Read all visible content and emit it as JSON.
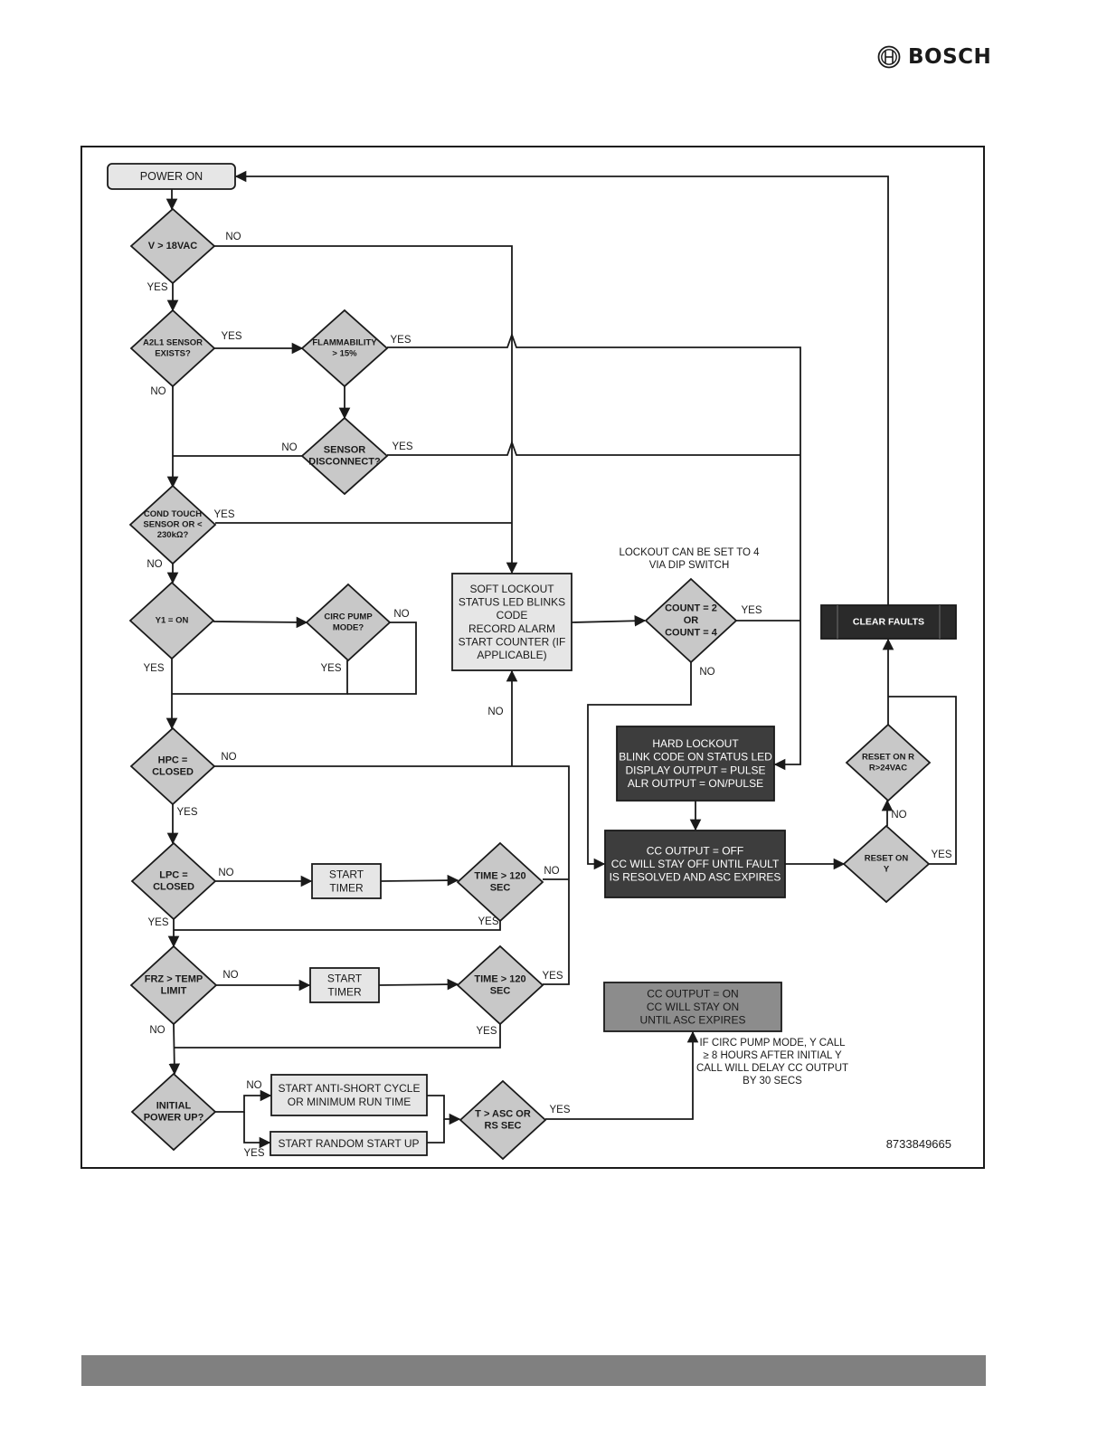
{
  "brand": {
    "name": "BOSCH"
  },
  "diagram_id": "8733849665",
  "colors": {
    "light": "#e6e6e6",
    "diamond": "#c8c8c8",
    "dark": "#3d3d3d",
    "darker": "#2a2a2a",
    "mid": "#8c8c8c",
    "line": "#1a1a1a"
  },
  "nodes": [
    {
      "id": "power_on",
      "lines": [
        "POWER ON"
      ]
    },
    {
      "id": "v18",
      "lines": [
        "V > 18VAC"
      ]
    },
    {
      "id": "a2l1",
      "lines": [
        "A2L1 SENSOR",
        "EXISTS?"
      ]
    },
    {
      "id": "flam",
      "lines": [
        "FLAMMABILITY",
        "> 15%"
      ]
    },
    {
      "id": "sensor",
      "lines": [
        "SENSOR",
        "DISCONNECT?"
      ]
    },
    {
      "id": "cond",
      "lines": [
        "COND TOUCH",
        "SENSOR OR <",
        "230kΩ?"
      ]
    },
    {
      "id": "y1",
      "lines": [
        "Y1 = ON"
      ]
    },
    {
      "id": "circ",
      "lines": [
        "CIRC PUMP",
        "MODE?"
      ]
    },
    {
      "id": "soft",
      "lines": [
        "SOFT LOCKOUT",
        "STATUS LED BLINKS",
        "CODE",
        "RECORD ALARM",
        "START COUNTER (IF",
        "APPLICABLE)"
      ]
    },
    {
      "id": "count",
      "lines": [
        "COUNT = 2",
        "OR",
        "COUNT = 4"
      ]
    },
    {
      "id": "clear",
      "lines": [
        "CLEAR FAULTS"
      ]
    },
    {
      "id": "hpc",
      "lines": [
        "HPC =",
        "CLOSED"
      ]
    },
    {
      "id": "hard",
      "lines": [
        "HARD LOCKOUT",
        "BLINK CODE ON STATUS LED",
        "DISPLAY OUTPUT = PULSE",
        "ALR OUTPUT = ON/PULSE"
      ]
    },
    {
      "id": "resetr",
      "lines": [
        "RESET ON R",
        "R>24VAC"
      ]
    },
    {
      "id": "lpc",
      "lines": [
        "LPC =",
        "CLOSED"
      ]
    },
    {
      "id": "timer1",
      "lines": [
        "START",
        "TIMER"
      ]
    },
    {
      "id": "time1",
      "lines": [
        "TIME > 120",
        "SEC"
      ]
    },
    {
      "id": "ccoff",
      "lines": [
        "CC OUTPUT = OFF",
        "CC WILL STAY OFF UNTIL FAULT",
        "IS RESOLVED AND ASC EXPIRES"
      ]
    },
    {
      "id": "resety",
      "lines": [
        "RESET ON",
        "Y"
      ]
    },
    {
      "id": "frz",
      "lines": [
        "FRZ > TEMP",
        "LIMIT"
      ]
    },
    {
      "id": "timer2",
      "lines": [
        "START",
        "TIMER"
      ]
    },
    {
      "id": "time2",
      "lines": [
        "TIME > 120",
        "SEC"
      ]
    },
    {
      "id": "ccon",
      "lines": [
        "CC OUTPUT = ON",
        "CC WILL STAY ON",
        "UNTIL ASC EXPIRES"
      ]
    },
    {
      "id": "initial",
      "lines": [
        "INITIAL",
        "POWER UP?"
      ]
    },
    {
      "id": "antishort",
      "lines": [
        "START ANTI-SHORT CYCLE",
        "OR MINIMUM RUN TIME"
      ]
    },
    {
      "id": "random",
      "lines": [
        "START RANDOM START UP"
      ]
    },
    {
      "id": "tasc",
      "lines": [
        "T > ASC OR",
        "RS SEC"
      ]
    }
  ],
  "labels": [
    "NO",
    "YES",
    "YES",
    "YES",
    "NO",
    "NO",
    "YES",
    "YES",
    "NO",
    "NO",
    "YES",
    "YES",
    "YES",
    "NO",
    "NO",
    "NO",
    "YES",
    "NO",
    "NO",
    "YES",
    "YES",
    "NO",
    "YES",
    "NO",
    "YES",
    "YES",
    "NO",
    "YES",
    "NO",
    "YES"
  ],
  "notes": [
    {
      "id": "lockout_note",
      "lines": [
        "LOCKOUT CAN BE SET TO 4",
        "VIA DIP SWITCH"
      ]
    },
    {
      "id": "circ_note",
      "lines": [
        "IF CIRC PUMP MODE, Y CALL",
        "≥ 8 HOURS AFTER INITIAL Y",
        "CALL WILL DELAY CC OUTPUT",
        "BY 30 SECS"
      ]
    }
  ]
}
